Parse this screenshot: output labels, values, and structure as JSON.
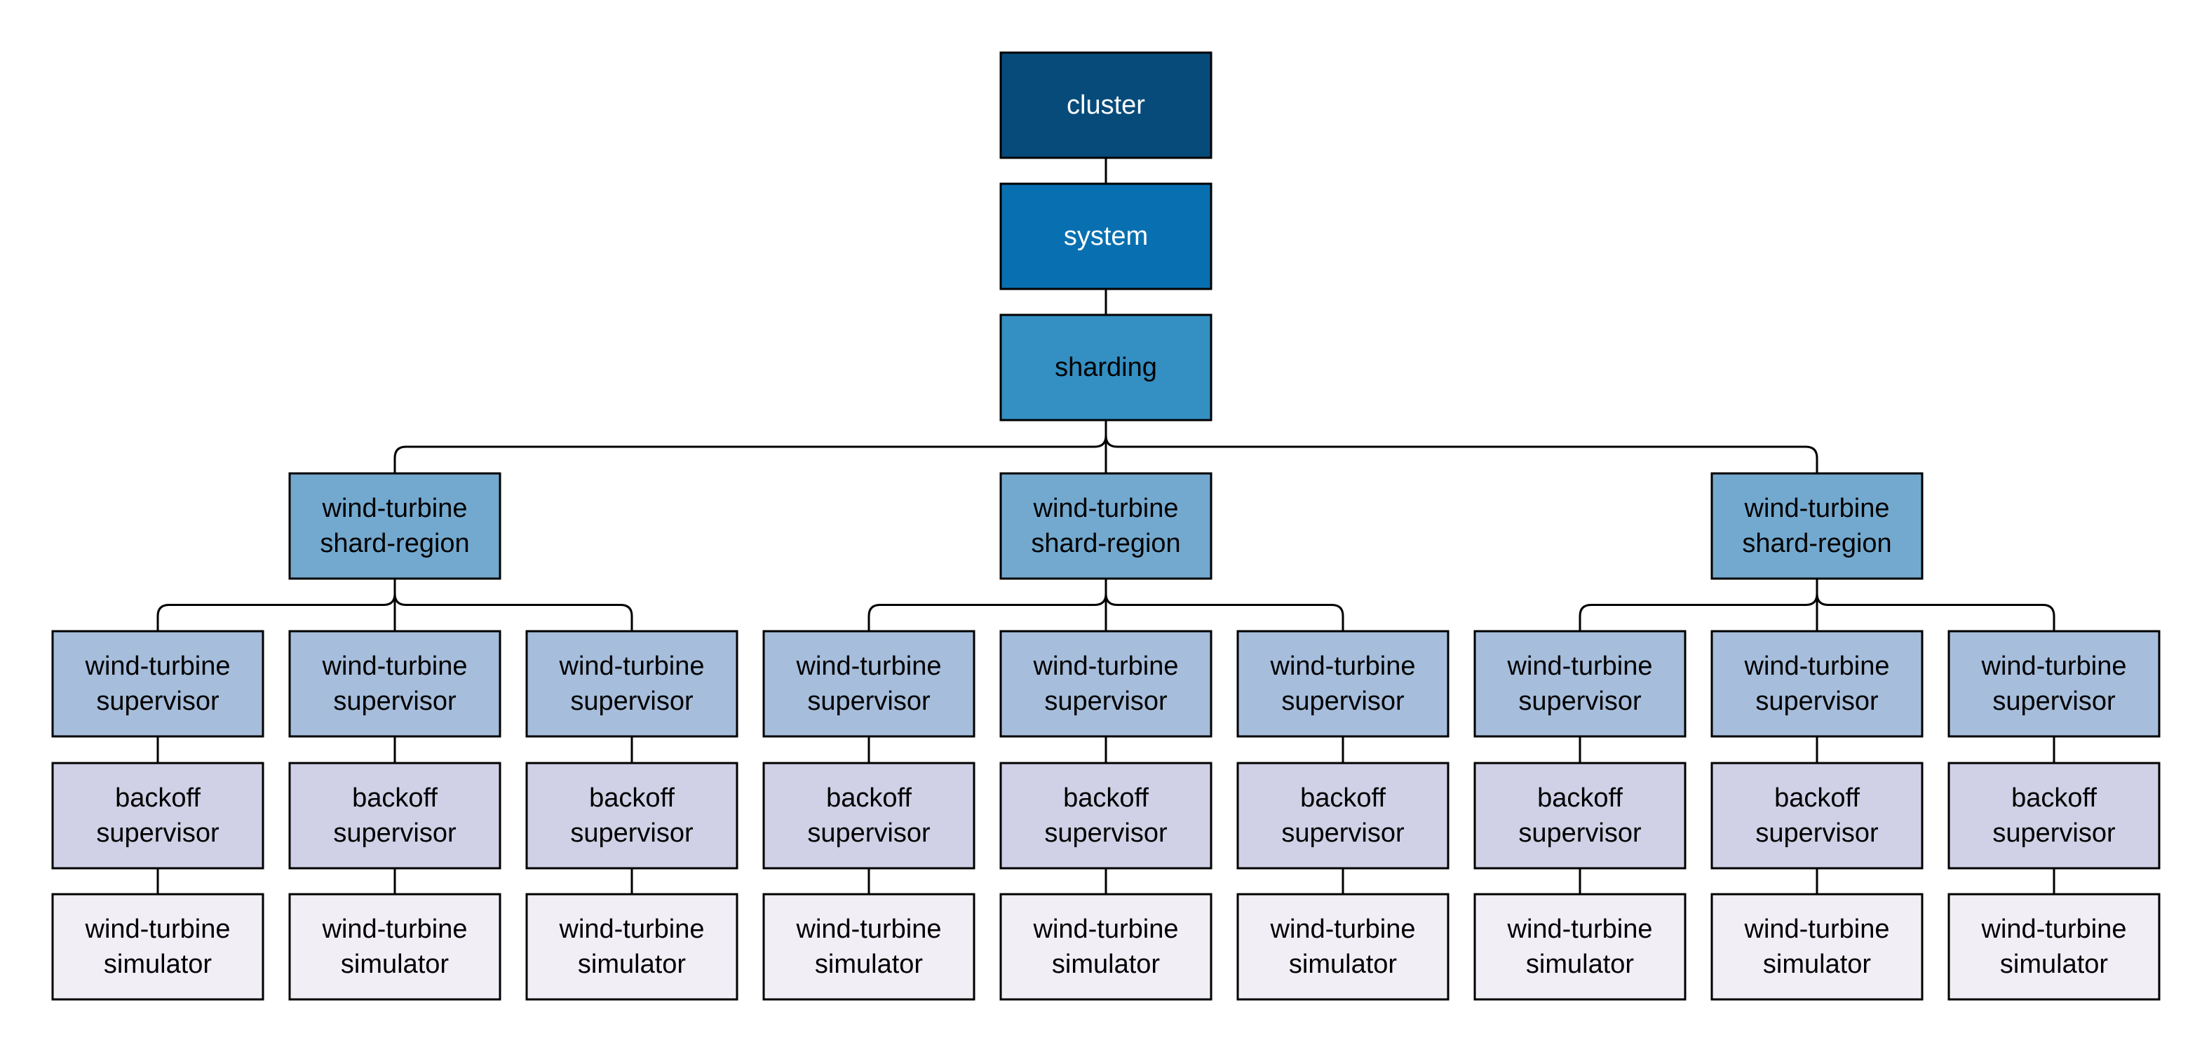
{
  "colors": {
    "cluster": "#064b7a",
    "system": "#0870b1",
    "sharding": "#348fc2",
    "shard_region": "#74a9cf",
    "supervisor": "#a6bddb",
    "backoff": "#d0d1e6",
    "simulator": "#f1eef6",
    "light_text": "#ffffff",
    "dark_text": "#000000",
    "border": "#000000"
  },
  "nodes": {
    "cluster": {
      "lines": [
        "cluster"
      ]
    },
    "system": {
      "lines": [
        "system"
      ]
    },
    "sharding": {
      "lines": [
        "sharding"
      ]
    },
    "shard_region": {
      "lines": [
        "wind-turbine",
        "shard-region"
      ]
    },
    "supervisor": {
      "lines": [
        "wind-turbine",
        "supervisor"
      ]
    },
    "backoff": {
      "lines": [
        "backoff",
        "supervisor"
      ]
    },
    "simulator": {
      "lines": [
        "wind-turbine",
        "simulator"
      ]
    }
  },
  "tree": {
    "type": "cluster",
    "children": [
      {
        "type": "system",
        "children": [
          {
            "type": "sharding",
            "children": [
              {
                "type": "shard_region",
                "children": [
                  {
                    "type": "supervisor",
                    "children": [
                      {
                        "type": "backoff",
                        "children": [
                          {
                            "type": "simulator"
                          }
                        ]
                      }
                    ]
                  },
                  {
                    "type": "supervisor",
                    "children": [
                      {
                        "type": "backoff",
                        "children": [
                          {
                            "type": "simulator"
                          }
                        ]
                      }
                    ]
                  },
                  {
                    "type": "supervisor",
                    "children": [
                      {
                        "type": "backoff",
                        "children": [
                          {
                            "type": "simulator"
                          }
                        ]
                      }
                    ]
                  }
                ]
              },
              {
                "type": "shard_region",
                "children": [
                  {
                    "type": "supervisor",
                    "children": [
                      {
                        "type": "backoff",
                        "children": [
                          {
                            "type": "simulator"
                          }
                        ]
                      }
                    ]
                  },
                  {
                    "type": "supervisor",
                    "children": [
                      {
                        "type": "backoff",
                        "children": [
                          {
                            "type": "simulator"
                          }
                        ]
                      }
                    ]
                  },
                  {
                    "type": "supervisor",
                    "children": [
                      {
                        "type": "backoff",
                        "children": [
                          {
                            "type": "simulator"
                          }
                        ]
                      }
                    ]
                  }
                ]
              },
              {
                "type": "shard_region",
                "children": [
                  {
                    "type": "supervisor",
                    "children": [
                      {
                        "type": "backoff",
                        "children": [
                          {
                            "type": "simulator"
                          }
                        ]
                      }
                    ]
                  },
                  {
                    "type": "supervisor",
                    "children": [
                      {
                        "type": "backoff",
                        "children": [
                          {
                            "type": "simulator"
                          }
                        ]
                      }
                    ]
                  },
                  {
                    "type": "supervisor",
                    "children": [
                      {
                        "type": "backoff",
                        "children": [
                          {
                            "type": "simulator"
                          }
                        ]
                      }
                    ]
                  }
                ]
              }
            ]
          }
        ]
      }
    ]
  }
}
